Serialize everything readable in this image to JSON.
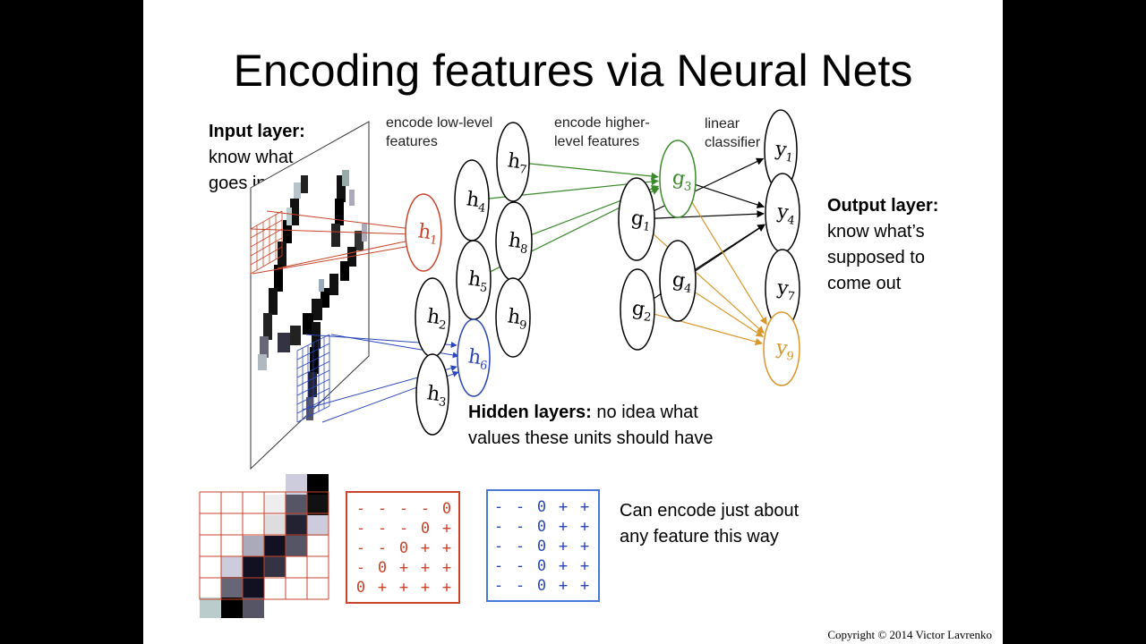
{
  "slide": {
    "title": "Encoding features via Neural Nets",
    "input_layer": {
      "heading": "Input layer:",
      "line1": "know what",
      "line2": "goes in"
    },
    "low_level": {
      "line1": "encode low-level",
      "line2": "features"
    },
    "higher_level": {
      "line1": "encode higher-",
      "line2": "level features"
    },
    "linear": {
      "line1": "linear",
      "line2": "classifier"
    },
    "output_layer": {
      "heading": "Output layer:",
      "line1": "know what’s",
      "line2": "supposed to",
      "line3": "come out"
    },
    "hidden_layers": {
      "heading": "Hidden layers:",
      "rest1": " no idea what",
      "line2": "values these units should have"
    },
    "encode_note": {
      "line1": "Can encode just about",
      "line2": "any feature this way"
    },
    "copyright": "Copyright © 2014 Victor Lavrenko"
  },
  "colors": {
    "red": "#c8442a",
    "green": "#3a8a2a",
    "blue": "#2a46b8",
    "orange": "#d9962a",
    "black": "#000000"
  },
  "nodes": [
    {
      "id": "h1",
      "letter": "h",
      "sub": "1",
      "color": "#c8442a"
    },
    {
      "id": "h2",
      "letter": "h",
      "sub": "2",
      "color": "#000000"
    },
    {
      "id": "h3",
      "letter": "h",
      "sub": "3",
      "color": "#000000"
    },
    {
      "id": "h4",
      "letter": "h",
      "sub": "4",
      "color": "#000000"
    },
    {
      "id": "h5",
      "letter": "h",
      "sub": "5",
      "color": "#000000"
    },
    {
      "id": "h6",
      "letter": "h",
      "sub": "6",
      "color": "#2a46b8"
    },
    {
      "id": "h7",
      "letter": "h",
      "sub": "7",
      "color": "#000000"
    },
    {
      "id": "h8",
      "letter": "h",
      "sub": "8",
      "color": "#000000"
    },
    {
      "id": "h9",
      "letter": "h",
      "sub": "9",
      "color": "#000000"
    },
    {
      "id": "g1",
      "letter": "g",
      "sub": "1",
      "color": "#000000"
    },
    {
      "id": "g2",
      "letter": "g",
      "sub": "2",
      "color": "#000000"
    },
    {
      "id": "g3",
      "letter": "g",
      "sub": "3",
      "color": "#3a8a2a"
    },
    {
      "id": "g4",
      "letter": "g",
      "sub": "4",
      "color": "#000000"
    },
    {
      "id": "y1",
      "letter": "y",
      "sub": "1",
      "color": "#000000"
    },
    {
      "id": "y4",
      "letter": "y",
      "sub": "4",
      "color": "#000000"
    },
    {
      "id": "y7",
      "letter": "y",
      "sub": "7",
      "color": "#000000"
    },
    {
      "id": "y9",
      "letter": "y",
      "sub": "9",
      "color": "#d9962a"
    }
  ],
  "edges": [
    {
      "from": "h7",
      "to": "g3",
      "color": "#3a8a2a"
    },
    {
      "from": "h4",
      "to": "g3",
      "color": "#3a8a2a"
    },
    {
      "from": "h8",
      "to": "g3",
      "color": "#3a8a2a"
    },
    {
      "from": "h5",
      "to": "g3",
      "color": "#3a8a2a"
    },
    {
      "from": "g3",
      "to": "y4",
      "color": "#000000"
    },
    {
      "from": "g1",
      "to": "y4",
      "color": "#000000"
    },
    {
      "from": "g1",
      "to": "y1",
      "color": "#000000"
    },
    {
      "from": "g4",
      "to": "y4",
      "color": "#000000"
    },
    {
      "from": "g2",
      "to": "y4",
      "color": "#000000"
    },
    {
      "from": "g3",
      "to": "y9",
      "color": "#d9962a"
    },
    {
      "from": "g1",
      "to": "y9",
      "color": "#d9962a"
    },
    {
      "from": "g4",
      "to": "y9",
      "color": "#d9962a"
    },
    {
      "from": "g2",
      "to": "y9",
      "color": "#d9962a"
    }
  ],
  "red_matrix": [
    [
      "-",
      "-",
      "-",
      "-",
      "0"
    ],
    [
      "-",
      "-",
      "-",
      "0",
      "+"
    ],
    [
      "-",
      "-",
      "0",
      "+",
      "+"
    ],
    [
      "-",
      "0",
      "+",
      "+",
      "+"
    ],
    [
      "0",
      "+",
      "+",
      "+",
      "+"
    ]
  ],
  "blue_matrix": [
    [
      "-",
      "-",
      "0",
      "+",
      "+"
    ],
    [
      "-",
      "-",
      "0",
      "+",
      "+"
    ],
    [
      "-",
      "-",
      "0",
      "+",
      "+"
    ],
    [
      "-",
      "-",
      "0",
      "+",
      "+"
    ],
    [
      "-",
      "-",
      "0",
      "+",
      "+"
    ]
  ]
}
